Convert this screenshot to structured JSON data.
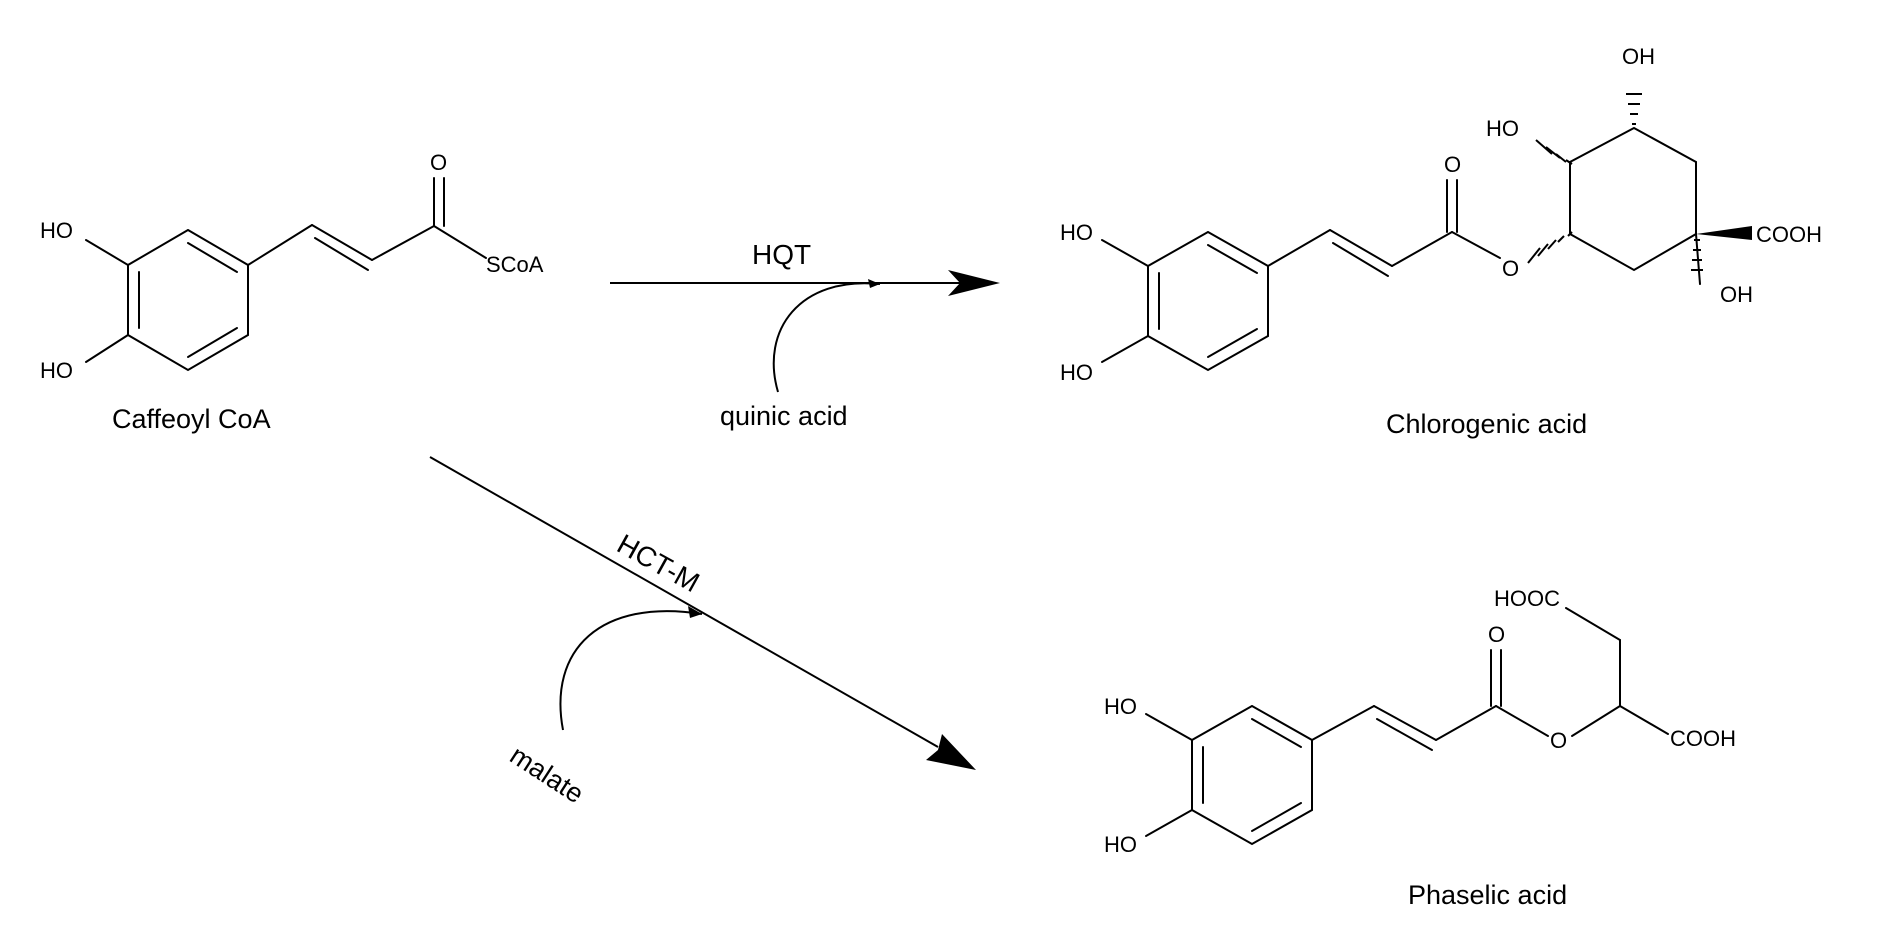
{
  "compounds": {
    "caffeoyl_coa": {
      "name": "Caffeoyl CoA",
      "ho_top": "HO",
      "ho_bottom": "HO",
      "carbonyl_o": "O",
      "thioester": "SCoA"
    },
    "chlorogenic_acid": {
      "name": "Chlorogenic acid",
      "ho_top": "HO",
      "ho_bottom": "HO",
      "carbonyl_o": "O",
      "ester_o": "O",
      "ring_ho": "HO",
      "ring_oh_top": "OH",
      "ring_cooh": "COOH",
      "ring_oh_bottom": "OH"
    },
    "phaselic_acid": {
      "name": "Phaselic acid",
      "ho_top": "HO",
      "ho_bottom": "HO",
      "carbonyl_o": "O",
      "ester_o": "O",
      "hooc": "HOOC",
      "cooh": "COOH"
    }
  },
  "reactions": {
    "hqt": {
      "enzyme": "HQT",
      "cosubstrate": "quinic acid"
    },
    "hct_m": {
      "enzyme": "HCT-M",
      "cosubstrate": "malate"
    }
  }
}
